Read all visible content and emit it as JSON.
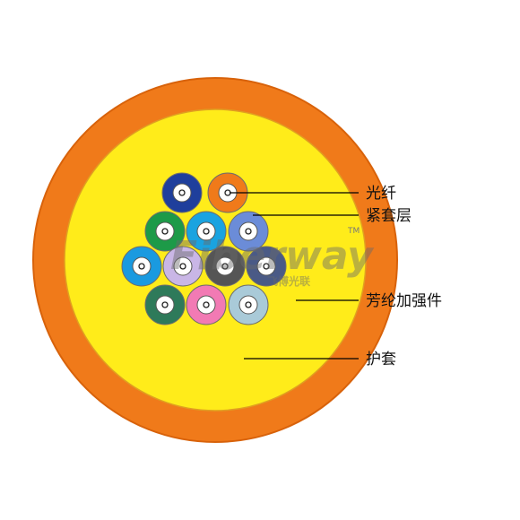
{
  "labels": {
    "fiber": "光纤",
    "tight_buffer": "紧套层",
    "aramid": "芳纶加强件",
    "jacket": "护套"
  },
  "watermark": {
    "brand": "Fiberway",
    "trademark": "TM",
    "chinese": "飞博光联"
  },
  "colors": {
    "jacket": "#f07a1a",
    "jacket_edge": "#d8620a",
    "aramid": "#ffec1a",
    "aramid_edge": "#e0a020",
    "leader": "#000000",
    "fiber_tubes": [
      "#1f3f9c",
      "#f07a1a",
      "#1d9a48",
      "#1aa3e0",
      "#6b8cd8",
      "#1a9ae0",
      "#c9b6e6",
      "#555555",
      "#4a5a86",
      "#2e7a5a",
      "#f27ab4",
      "#a9cad8"
    ]
  }
}
